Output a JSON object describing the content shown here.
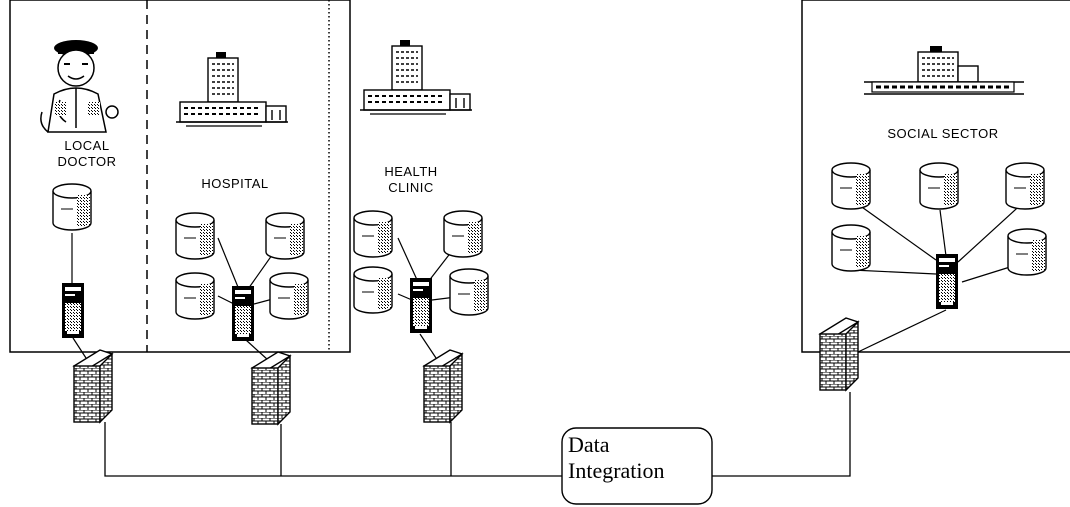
{
  "labels": {
    "local_doctor": "LOCAL\nDOCTOR",
    "hospital": "HOSPITAL",
    "health_clinic": "HEALTH\nCLINIC",
    "social_sector": "SOCIAL SECTOR",
    "data_integration_line1": "Data",
    "data_integration_line2": "Integration"
  },
  "icons": {
    "doctor": "doctor-clipart-icon",
    "hospital_building": "hospital-building-icon",
    "clinic_building": "clinic-building-icon",
    "social_building": "social-sector-building-icon",
    "database": "database-cylinder-icon",
    "server": "server-tower-icon",
    "firewall": "firewall-brick-wall-icon"
  },
  "colors": {
    "line": "#000000",
    "background": "#ffffff",
    "divider": "#000000"
  }
}
